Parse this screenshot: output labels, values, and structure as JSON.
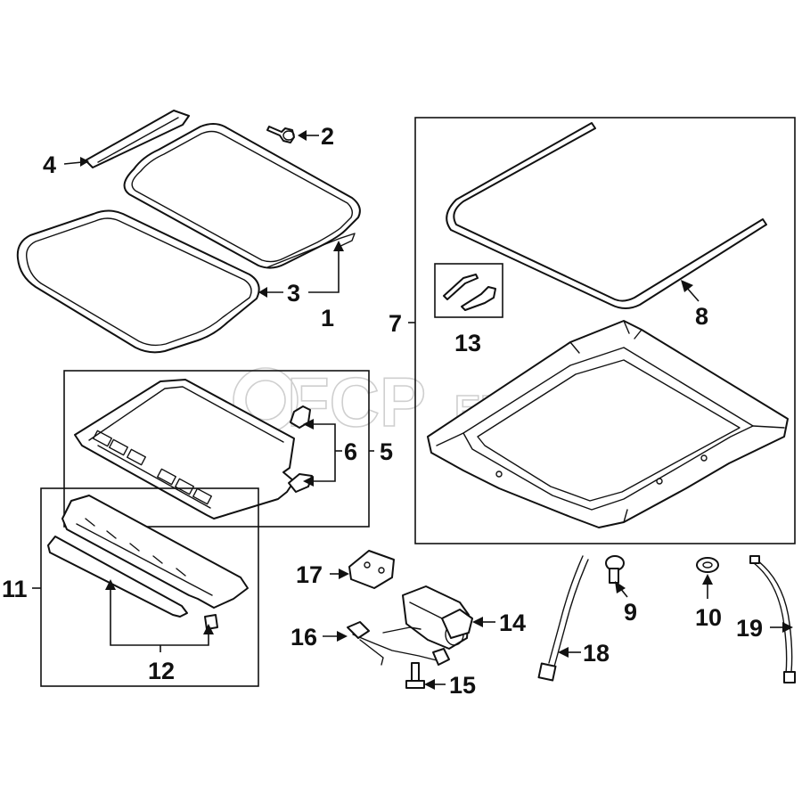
{
  "watermark": {
    "brand": "FCP",
    "suffix": "EURO"
  },
  "callouts": {
    "c1": "1",
    "c2": "2",
    "c3": "3",
    "c4": "4",
    "c5": "5",
    "c6": "6",
    "c7": "7",
    "c8": "8",
    "c9": "9",
    "c10": "10",
    "c11": "11",
    "c12": "12",
    "c13": "13",
    "c14": "14",
    "c15": "15",
    "c16": "16",
    "c17": "17",
    "c18": "18",
    "c19": "19"
  },
  "colors": {
    "line": "#111111",
    "background": "#ffffff",
    "watermark": "#cfcfcf"
  }
}
